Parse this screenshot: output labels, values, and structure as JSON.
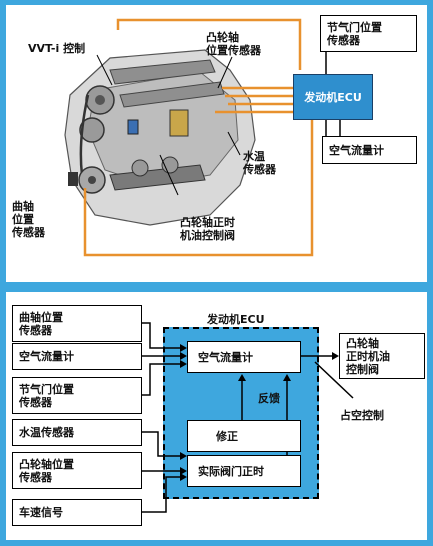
{
  "top": {
    "vvti_label": "VVT-i 控制",
    "cam_sensor_label": "凸轮轴\n位置传感器",
    "throttle_sensor": "节气门位置\n传感器",
    "ecu": "发动机ECU",
    "water_temp_label": "水温\n传感器",
    "airflow_meter": "空气流量计",
    "ocv_label": "凸轮轴正时\n机油控制阀",
    "crank_sensor_label": "曲轴\n位置\n传感器"
  },
  "bottom": {
    "inputs": [
      "曲轴位置\n传感器",
      "空气流量计",
      "节气门位置\n传感器",
      "水温传感器",
      "凸轮轴位置\n传感器",
      "车速信号"
    ],
    "ecu_title": "发动机ECU",
    "block_airflow": "空气流量计",
    "feedback": "反馈",
    "block_correction": "修正",
    "block_actual_timing": "实际阀门正时",
    "output": "凸轮轴\n正时机油\n控制阀",
    "duty_control": "占空控制"
  },
  "colors": {
    "background": "#3ea7de",
    "ecu_fill": "#2f8fce",
    "signal_line": "#e8912e"
  }
}
